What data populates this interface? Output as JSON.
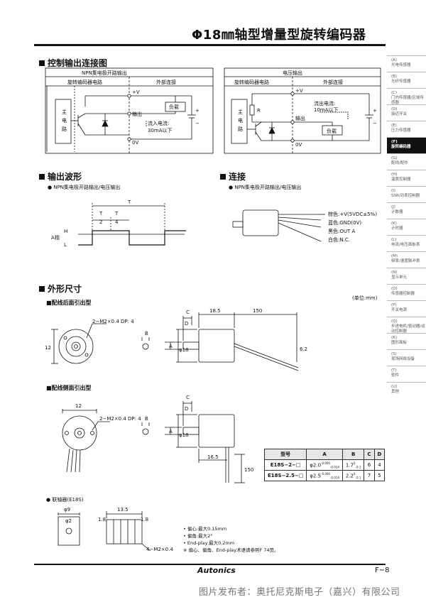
{
  "title": "Φ18㎜轴型增量型旋转编码器",
  "sections": {
    "control": "控制输出连接图",
    "waveform": "输出波形",
    "connection": "连接",
    "dimensions": "外形尺寸"
  },
  "circuit_npn": {
    "header": "NPN集电极开路输出",
    "col1": "旋转编码器电路",
    "col2": "外部连接",
    "v_plus": "+V",
    "out": "输出",
    "zero_v": "0V",
    "load": "负载",
    "main": "主\n电\n路",
    "current": "流入电流:",
    "current2": "30mA以下",
    "plus": "+",
    "minus": "−"
  },
  "circuit_v": {
    "header": "电压输出",
    "col1": "旋转编码器电路",
    "col2": "外部连接",
    "v_plus": "+V",
    "out": "输出",
    "zero_v": "0V",
    "load": "负载",
    "r": "R",
    "main": "主\n电\n路",
    "current": "流出电流:",
    "current2": "10mA以下",
    "plus": "+",
    "minus": "−"
  },
  "waveform": {
    "note": "● NPN集电极开路输出/电压输出",
    "t": "T",
    "t2": "T",
    "t2d": "2",
    "t4": "T",
    "t4d": "4",
    "h": "H",
    "l": "L",
    "phase": "A相"
  },
  "connection": {
    "note": "● NPN集电极开路输出/电压输出",
    "wires": [
      "棕色:+V(5VDC±5%)",
      "蓝色:GND(0V)",
      "黑色:OUT A",
      "白色:N.C."
    ]
  },
  "dims": {
    "unit": "(单位:mm)",
    "rear": "■配线后面引出型",
    "side": "■配线侧面引出型",
    "screw": "2−M2×0.4 DP: 4",
    "screw2": "2−M2×0.4 DP: 4",
    "c": "C",
    "d": "D",
    "a": "A",
    "b": "B",
    "d185": "18.5",
    "d150": "150",
    "d12": "12",
    "dphi18": "φ18",
    "d62": "6.2",
    "c2": "C",
    "d2": "D",
    "a2": "A",
    "b2": "B",
    "s12": "12",
    "sphi18": "φ18",
    "s165": "16.5",
    "s150": "150",
    "coupling": "● 联轴器(E18S)",
    "phi9": "φ9",
    "phi2": "φ2",
    "k135": "13.5",
    "k18a": "1.8",
    "k18b": "1.8",
    "m2": "4−M2×0.4",
    "notes": [
      "• 偏心:最大0.15mm",
      "• 偏角:最大2°",
      "• End-play:最大0.2mm",
      "※ 偏心、偏角、End-play术语请参照F 74页。"
    ]
  },
  "model_table": {
    "headers": [
      "型号",
      "A",
      "B",
      "C",
      "D"
    ],
    "rows": [
      [
        "E18S−2−□",
        "φ2.0",
        "1.7",
        "6",
        "4"
      ],
      [
        "E18S−2.5−□",
        "φ2.5",
        "2.2",
        "7",
        "5"
      ]
    ],
    "a_tol": [
      "-0.004",
      "-0.004"
    ],
    "a_tol2": [
      "-0.014",
      "-0.014"
    ],
    "b_tol": [
      "0",
      "0"
    ],
    "b_tol2": [
      "-0.1",
      "-0.1"
    ]
  },
  "tabs": [
    {
      "code": "(A)",
      "label": "光电传感器"
    },
    {
      "code": "(B)",
      "label": "光纤传感器"
    },
    {
      "code": "(C)",
      "label": "门内传感器/区域传感器"
    },
    {
      "code": "(D)",
      "label": "接近开关"
    },
    {
      "code": "(E)",
      "label": "压力传感器"
    },
    {
      "code": "(F)",
      "label": "旋转编码器",
      "active": true
    },
    {
      "code": "(G)",
      "label": "配线/配件"
    },
    {
      "code": "(H)",
      "label": "温度控制器"
    },
    {
      "code": "(I)",
      "label": "SSR/功率控制器"
    },
    {
      "code": "(J)",
      "label": "计数器"
    },
    {
      "code": "(K)",
      "label": "计时器"
    },
    {
      "code": "(L)",
      "label": "电流/电压面板表"
    },
    {
      "code": "(M)",
      "label": "频率/速度脉冲表"
    },
    {
      "code": "(N)",
      "label": "显示单元"
    },
    {
      "code": "(O)",
      "label": "传感器控制器"
    },
    {
      "code": "(P)",
      "label": "开关电源"
    },
    {
      "code": "(Q)",
      "label": "步进电机/驱动器/运动控制器"
    },
    {
      "code": "(R)",
      "label": "图形面板"
    },
    {
      "code": "(S)",
      "label": "现场网络设备"
    },
    {
      "code": "(T)",
      "label": "软件"
    },
    {
      "code": "(U)",
      "label": "其他"
    }
  ],
  "footer": {
    "brand": "Autonics",
    "page": "F−8",
    "watermark": "图片发布者：奥托尼克斯电子（嘉兴）有限公司"
  }
}
